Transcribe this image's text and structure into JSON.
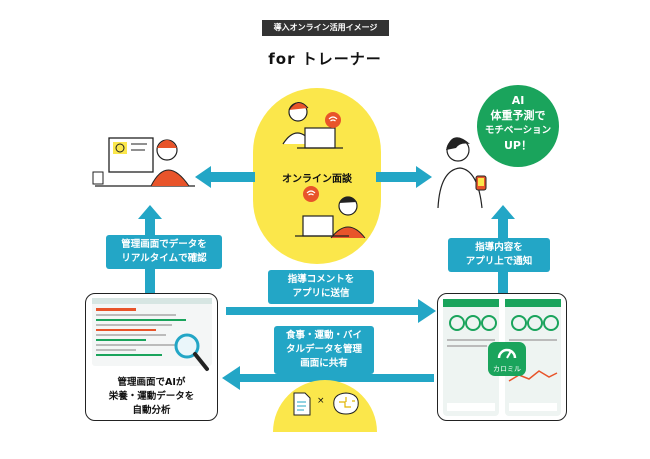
{
  "header": {
    "badge": "導入オンライン活用イメージ",
    "title": "for トレーナー"
  },
  "center_pill": {
    "label": "オンライン面談"
  },
  "labels": {
    "admin_realtime": [
      "管理画面でデータを",
      "リアルタイムで確認"
    ],
    "guidance_notify": [
      "指導内容を",
      "アプリ上で通知"
    ],
    "send_comment": [
      "指導コメントを",
      "アプリに送信"
    ],
    "share_data": [
      "食事・運動・バイ",
      "タルデータを管理",
      "画面に共有"
    ],
    "ai_analysis": [
      "管理画面でAIが",
      "栄養・運動データを",
      "自動分析"
    ],
    "ai_bubble": [
      "AI",
      "体重予測で",
      "モチベーション",
      "UP！"
    ],
    "app_name": "カロミル",
    "times_symbol": "×"
  },
  "colors": {
    "teal": "#23a6c6",
    "yellow": "#fbe74b",
    "green": "#1aa45c",
    "orange": "#e8542a",
    "dark": "#333333"
  }
}
